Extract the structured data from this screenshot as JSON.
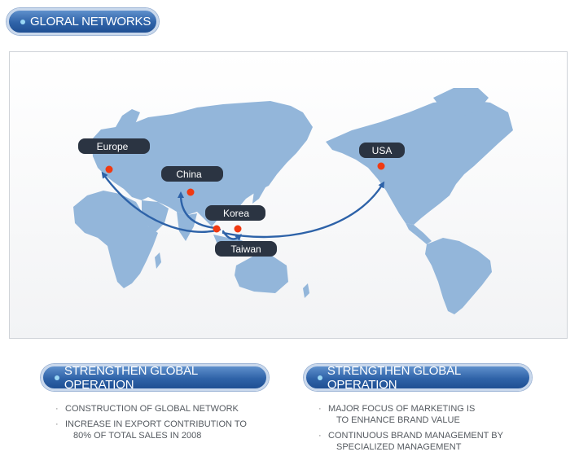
{
  "header": {
    "title": "GLORAL NETWORKS",
    "bullet_color": "#9ad7f4"
  },
  "map": {
    "land_color": "#93b6da",
    "arrow_color": "#2d62a8",
    "marker_color": "#f03a12",
    "label_bg": "#2b3442",
    "locations": [
      {
        "id": "europe",
        "label": "Europe"
      },
      {
        "id": "china",
        "label": "China"
      },
      {
        "id": "korea",
        "label": "Korea"
      },
      {
        "id": "taiwan",
        "label": "Taiwan"
      },
      {
        "id": "usa",
        "label": "USA"
      }
    ]
  },
  "operations": [
    {
      "title": "STRENGTHEN GLOBAL OPERATION",
      "items": [
        {
          "line1": "CONSTRUCTION OF GLOBAL NETWORK",
          "line2": ""
        },
        {
          "line1": "INCREASE IN EXPORT CONTRIBUTION TO",
          "line2": "80% OF TOTAL SALES IN 2008"
        }
      ]
    },
    {
      "title": "STRENGTHEN GLOBAL OPERATION",
      "items": [
        {
          "line1": "MAJOR FOCUS OF MARKETING IS",
          "line2": "TO ENHANCE BRAND VALUE"
        },
        {
          "line1": "CONTINUOUS BRAND MANAGEMENT BY",
          "line2": "SPECIALIZED MANAGEMENT"
        }
      ]
    }
  ]
}
